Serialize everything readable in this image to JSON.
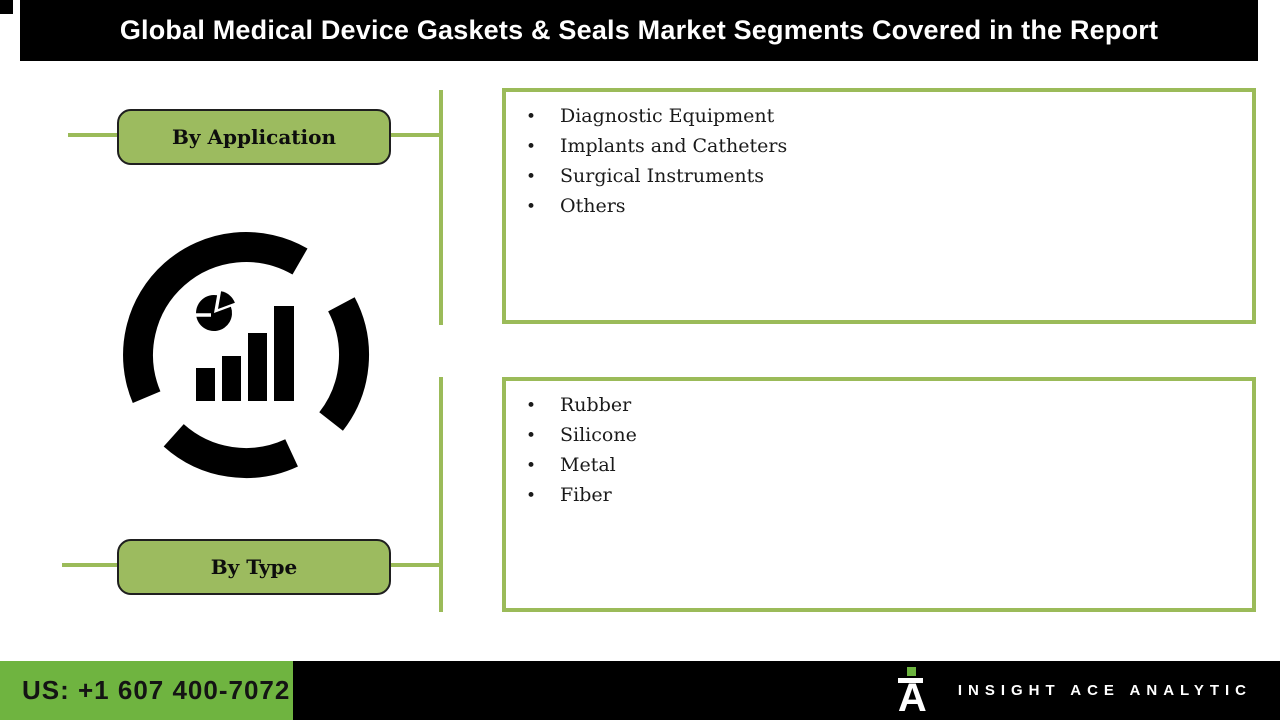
{
  "header": {
    "title": "Global Medical Device Gaskets & Seals Market Segments Covered in the Report"
  },
  "segments": [
    {
      "label": "By Application",
      "items": [
        "Diagnostic Equipment",
        "Implants and Catheters",
        "Surgical Instruments",
        "Others"
      ]
    },
    {
      "label": "By Type",
      "items": [
        "Rubber",
        "Silicone",
        "Metal",
        "Fiber"
      ]
    }
  ],
  "icons": {
    "center": "market-analytics-chart-icon",
    "logo": "insight-ace-logo"
  },
  "ui": {
    "bullet_char": "•"
  },
  "colors": {
    "accent_green": "#9bbb59",
    "button_green": "#9cbb5f",
    "footer_green": "#6fb440",
    "logo_green": "#6cb33f",
    "bar_black": "#000000"
  },
  "footer": {
    "phone": "US: +1 607 400-7072",
    "brand": "INSIGHT ACE ANALYTIC"
  }
}
